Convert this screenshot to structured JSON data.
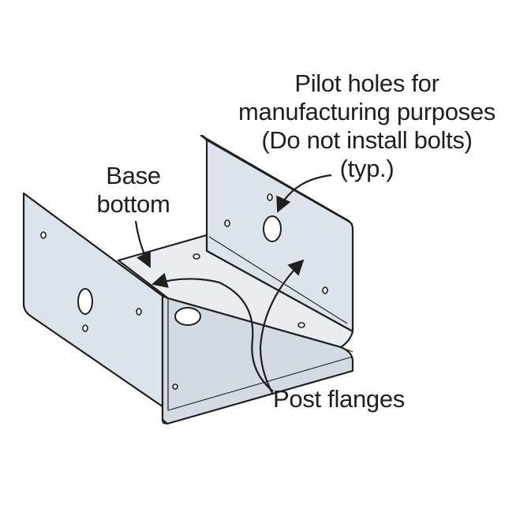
{
  "callouts": {
    "pilot_holes": {
      "lines": [
        "Pilot holes for",
        "manufacturing purposes",
        "(Do not install bolts)",
        "(typ.)"
      ]
    },
    "base_bottom": {
      "lines": [
        "Base",
        "bottom"
      ]
    },
    "post_flanges": {
      "lines": [
        "Post flanges"
      ]
    }
  },
  "colors": {
    "metal_face": "#dde3ea",
    "metal_light": "#e8edf2",
    "metal_shadow": "#c9d1da",
    "outline": "#1f1f1f",
    "text": "#1f1f1f",
    "background": "#ffffff"
  }
}
